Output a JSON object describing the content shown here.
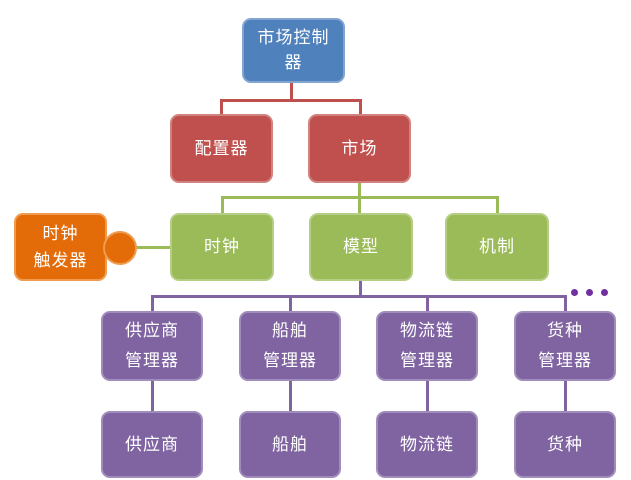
{
  "diagram": {
    "type": "hierarchy-org-chart",
    "background": "#ffffff",
    "colors": {
      "level1_blue": "#4F81BD",
      "level2_red": "#C0504D",
      "level3_green": "#9BBB59",
      "level45_purple": "#8064A2",
      "trigger_orange": "#E36C09",
      "ellipsis_purple": "#7030A0",
      "text": "#ffffff"
    },
    "nodes": {
      "root": {
        "label": "市场控制器",
        "line1": "市场控制",
        "line2": "器"
      },
      "configurator": {
        "label": "配置器"
      },
      "market": {
        "label": "市场"
      },
      "clock": {
        "label": "时钟"
      },
      "model": {
        "label": "模型"
      },
      "mechanism": {
        "label": "机制"
      },
      "clock_trigger": {
        "label": "时钟触发器",
        "line1": "时钟",
        "line2": "触发器"
      },
      "supplier_manager": {
        "label": "供应商管理器",
        "line1": "供应商",
        "line2": "管理器"
      },
      "ship_manager": {
        "label": "船舶管理器",
        "line1": "船舶",
        "line2": "管理器"
      },
      "logistics_manager": {
        "label": "物流链管理器",
        "line1": "物流链",
        "line2": "管理器"
      },
      "cargo_manager": {
        "label": "货种管理器",
        "line1": "货种",
        "line2": "管理器"
      },
      "supplier": {
        "label": "供应商"
      },
      "ship": {
        "label": "船舶"
      },
      "logistics": {
        "label": "物流链"
      },
      "cargo": {
        "label": "货种"
      }
    },
    "edges": [
      "root-configurator",
      "root-market",
      "market-clock",
      "market-model",
      "market-mechanism",
      "clock_trigger-clock",
      "model-supplier_manager",
      "model-ship_manager",
      "model-logistics_manager",
      "model-cargo_manager",
      "supplier_manager-supplier",
      "ship_manager-ship",
      "logistics_manager-logistics",
      "cargo_manager-cargo"
    ],
    "ellipsis_dots": 3
  }
}
